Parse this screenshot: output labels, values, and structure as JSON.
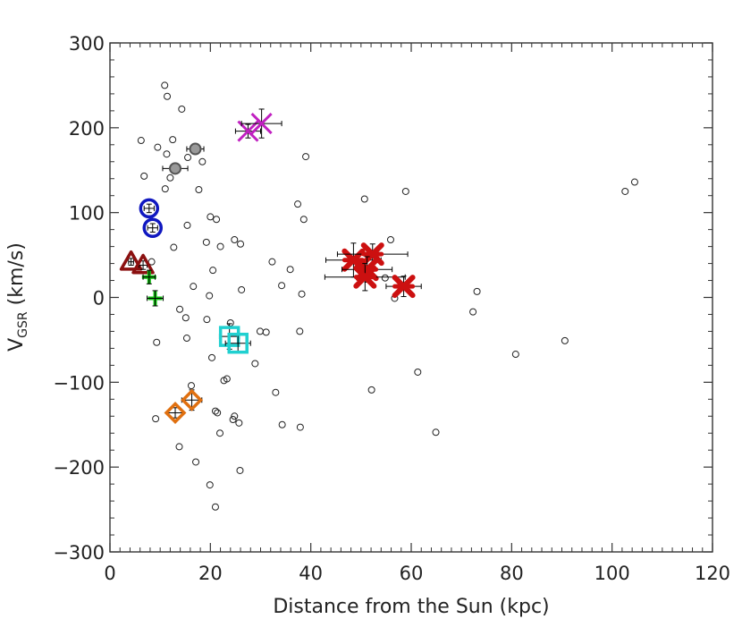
{
  "chart_data": {
    "type": "scatter",
    "xlabel": "Distance from the Sun (kpc)",
    "ylabel": {
      "main": "V",
      "sub": "GSR",
      "unit": " (km/s)"
    },
    "xlim": [
      0,
      120
    ],
    "ylim": [
      -300,
      300
    ],
    "xticks": [
      0,
      20,
      40,
      60,
      80,
      100,
      120
    ],
    "yticks": [
      -300,
      -200,
      -100,
      0,
      100,
      200,
      300
    ],
    "xtick_labels": [
      "0",
      "20",
      "40",
      "60",
      "80",
      "100",
      "120"
    ],
    "ytick_labels": [
      "−300",
      "−200",
      "−100",
      "0",
      "100",
      "200",
      "300"
    ],
    "background_points": [
      [
        10.9,
        250
      ],
      [
        11.4,
        237
      ],
      [
        14.3,
        222
      ],
      [
        6.2,
        185
      ],
      [
        9.5,
        177
      ],
      [
        12.5,
        186
      ],
      [
        11.3,
        169
      ],
      [
        15.5,
        165
      ],
      [
        18.4,
        160
      ],
      [
        39.0,
        166
      ],
      [
        6.8,
        143
      ],
      [
        12.0,
        141
      ],
      [
        11.0,
        128
      ],
      [
        17.7,
        127
      ],
      [
        20.0,
        95
      ],
      [
        21.2,
        92
      ],
      [
        15.4,
        85
      ],
      [
        37.4,
        110
      ],
      [
        38.6,
        92
      ],
      [
        50.7,
        116
      ],
      [
        58.9,
        125
      ],
      [
        102.6,
        125
      ],
      [
        104.5,
        136
      ],
      [
        24.8,
        68
      ],
      [
        26.0,
        63
      ],
      [
        19.2,
        65
      ],
      [
        22.0,
        60
      ],
      [
        12.7,
        59
      ],
      [
        55.9,
        68
      ],
      [
        8.3,
        42
      ],
      [
        32.3,
        42
      ],
      [
        20.5,
        32
      ],
      [
        35.9,
        33
      ],
      [
        16.6,
        13
      ],
      [
        26.2,
        9
      ],
      [
        34.2,
        14
      ],
      [
        38.2,
        4
      ],
      [
        54.8,
        23
      ],
      [
        73.1,
        7
      ],
      [
        19.8,
        2
      ],
      [
        56.7,
        -1
      ],
      [
        13.9,
        -14
      ],
      [
        15.1,
        -24
      ],
      [
        19.3,
        -26
      ],
      [
        72.3,
        -17
      ],
      [
        15.3,
        -48
      ],
      [
        24.0,
        -30
      ],
      [
        29.9,
        -40
      ],
      [
        31.1,
        -41
      ],
      [
        37.8,
        -40
      ],
      [
        9.3,
        -53
      ],
      [
        90.6,
        -51
      ],
      [
        20.3,
        -71
      ],
      [
        28.9,
        -78
      ],
      [
        80.8,
        -67
      ],
      [
        23.3,
        -96
      ],
      [
        22.7,
        -98
      ],
      [
        16.2,
        -104
      ],
      [
        33.0,
        -112
      ],
      [
        52.1,
        -109
      ],
      [
        61.3,
        -88
      ],
      [
        21.0,
        -134
      ],
      [
        21.4,
        -136
      ],
      [
        24.8,
        -140
      ],
      [
        24.5,
        -144
      ],
      [
        25.7,
        -148
      ],
      [
        34.3,
        -150
      ],
      [
        37.9,
        -153
      ],
      [
        21.9,
        -160
      ],
      [
        64.9,
        -159
      ],
      [
        9.1,
        -143
      ],
      [
        13.8,
        -176
      ],
      [
        17.1,
        -194
      ],
      [
        25.9,
        -204
      ],
      [
        19.9,
        -221
      ],
      [
        21.0,
        -247
      ]
    ],
    "groups": [
      {
        "marker": "x-thin",
        "color": "#c020c0",
        "points": [
          {
            "x": 27.5,
            "y": 196,
            "xerr": 2.5,
            "yerr": 8
          },
          {
            "x": 30.2,
            "y": 205,
            "xerr": 4.0,
            "yerr": 17
          }
        ]
      },
      {
        "marker": "circle-gray",
        "color": "#555555",
        "points": [
          {
            "x": 17.0,
            "y": 175,
            "xerr": 1.7,
            "yerr": 4
          },
          {
            "x": 13.0,
            "y": 152,
            "xerr": 2.5,
            "yerr": 6
          }
        ]
      },
      {
        "marker": "circle-open",
        "color": "#1018c0",
        "points": [
          {
            "x": 7.8,
            "y": 105,
            "xerr": 1.0,
            "yerr": 5
          },
          {
            "x": 8.5,
            "y": 82,
            "xerr": 1.0,
            "yerr": 5
          }
        ]
      },
      {
        "marker": "triangle",
        "color": "#8b1010",
        "points": [
          {
            "x": 4.2,
            "y": 42,
            "xerr": 0.5,
            "yerr": 4
          },
          {
            "x": 6.6,
            "y": 38,
            "xerr": 0.8,
            "yerr": 5
          }
        ]
      },
      {
        "marker": "plus",
        "color": "#10c010",
        "points": [
          {
            "x": 7.8,
            "y": 24,
            "xerr": 1.2,
            "yerr": 8
          },
          {
            "x": 9.0,
            "y": -1,
            "xerr": 1.6,
            "yerr": 9
          }
        ]
      },
      {
        "marker": "square",
        "color": "#20d0d0",
        "points": [
          {
            "x": 23.8,
            "y": -46,
            "xerr": 2.0,
            "yerr": 15
          },
          {
            "x": 25.5,
            "y": -54,
            "xerr": 2.5,
            "yerr": 10
          }
        ]
      },
      {
        "marker": "diamond",
        "color": "#e07010",
        "points": [
          {
            "x": 13.0,
            "y": -136,
            "xerr": 1.5,
            "yerr": 6
          },
          {
            "x": 16.3,
            "y": -121,
            "xerr": 2.0,
            "yerr": 12
          }
        ]
      },
      {
        "marker": "x-thick",
        "color": "#cc1010",
        "points": [
          {
            "x": 48.5,
            "y": 44,
            "xerr": 5.5,
            "yerr": 20
          },
          {
            "x": 52.3,
            "y": 51,
            "xerr": 7.0,
            "yerr": 12
          },
          {
            "x": 51.2,
            "y": 33,
            "xerr": 5.0,
            "yerr": 15
          },
          {
            "x": 50.8,
            "y": 24,
            "xerr": 8.0,
            "yerr": 16
          },
          {
            "x": 58.5,
            "y": 13,
            "xerr": 3.5,
            "yerr": 12
          }
        ]
      }
    ]
  }
}
